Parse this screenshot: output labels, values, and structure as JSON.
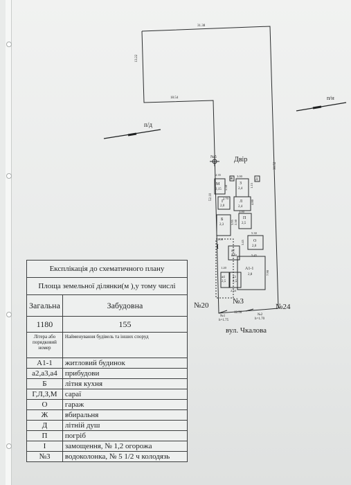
{
  "plan": {
    "dims": {
      "top": "31.38",
      "left_upper": "13.22",
      "inner_top": "18.54",
      "right": "30.52",
      "left_lower": "52.10",
      "bottom": "12.50"
    },
    "labels": {
      "yard": "Двір",
      "p_d": "п/д",
      "p_n": "п/н",
      "n20": "№20",
      "n24": "№24",
      "n3": "№3",
      "street": "вул. Чкалова",
      "m5": "№5",
      "n1": "№1",
      "n1h": "h=1.75",
      "n2": "№2",
      "n2h": "h=1.70",
      "fence_I": "I"
    },
    "buildings": {
      "M": "М",
      "M_area": "2,15",
      "Zh": "Ж",
      "Z": "З",
      "Z_area": "2,4",
      "D": "Д",
      "G": "Г",
      "G_area": "2,0",
      "L": "Л",
      "L_area": "2,4",
      "B": "Б",
      "B_area": "2,3",
      "P": "П",
      "P_area": "2,5",
      "O": "О",
      "O_area": "2,0",
      "A11": "А1-1",
      "A11_area": "2,8",
      "a2": "а2",
      "a2_area": "2,5",
      "a3": "а3",
      "a3_area": "2,5",
      "a4": "а4",
      "a4_area": "2,5"
    },
    "measures": {
      "m1": "2.35",
      "m2": "3.00",
      "m3": "5.50",
      "m4": "1.15",
      "m5": "2.70",
      "m6": "4.00",
      "m7": "3.00",
      "m8": "3.95",
      "m9": "2.50",
      "m10": "5.30",
      "m11": "3.00",
      "m12": "3.45",
      "m13": "2.54",
      "m14": "5.45",
      "m15": "1.20",
      "m16": "7.90",
      "m17": "2.54"
    }
  },
  "legend": {
    "title": "Експлікація до схематичного плану",
    "subtitle": "Площа земельної ділянки(м ),у тому числі",
    "col_total": "Загальна",
    "col_built": "Забудовна",
    "val_total": "1180",
    "val_built": "155",
    "col_letter": "Літера або порядковий номер",
    "col_name": "Найменування будівель та інших споруд",
    "rows": [
      {
        "code": "А1-1",
        "desc": "житловий будинок"
      },
      {
        "code": "а2,а3,а4",
        "desc": "прибудови"
      },
      {
        "code": "Б",
        "desc": "літня кухня"
      },
      {
        "code": "Г,Л,З,М",
        "desc": "сараї"
      },
      {
        "code": "О",
        "desc": "гараж"
      },
      {
        "code": "Ж",
        "desc": "вбиральня"
      },
      {
        "code": "Д",
        "desc": "літній душ"
      },
      {
        "code": "П",
        "desc": "погріб"
      },
      {
        "code": "I",
        "desc": "замощення,  № 1,2 огорожа"
      },
      {
        "code": "№3",
        "desc": "водоколонка,  № 5 1/2 ч колодязь"
      }
    ]
  }
}
